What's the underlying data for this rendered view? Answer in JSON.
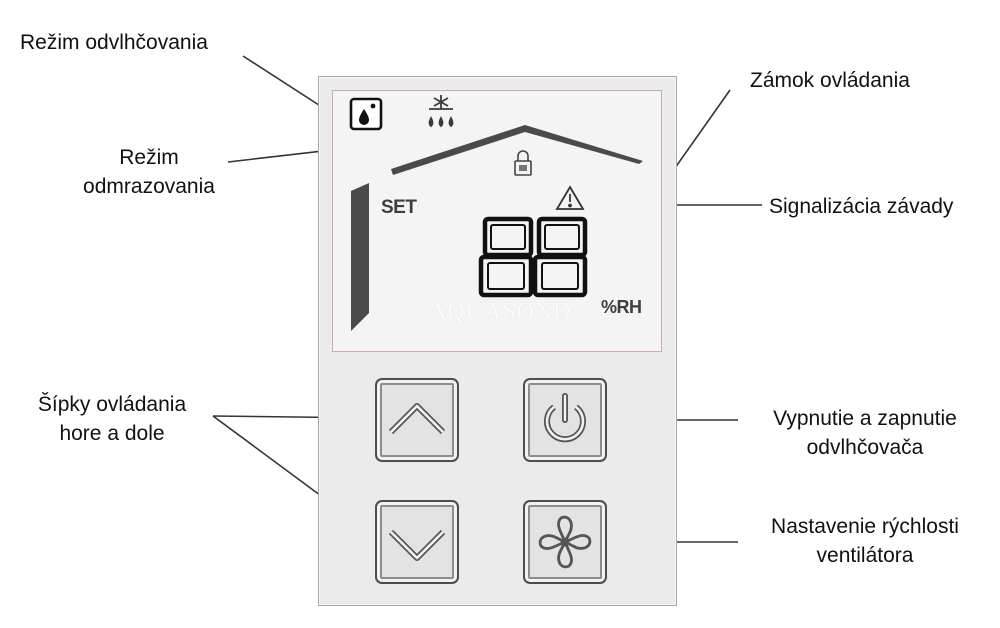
{
  "callouts": {
    "dehumidify_mode": "Režim odvlhčovania",
    "defrost_mode_line1": "Režim",
    "defrost_mode_line2": "odmrazovania",
    "control_lock": "Zámok ovládania",
    "fault_signal": "Signalizácia závady",
    "arrows_line1": "Šípky ovládania",
    "arrows_line2": "hore a dole",
    "power_line1": "Vypnutie a zapnutie",
    "power_line2": "odvlhčovača",
    "fan_line1": "Nastavenie rýchlosti",
    "fan_line2": "ventilátora"
  },
  "display": {
    "set_label": "SET",
    "digits": "88",
    "unit": "%RH",
    "watermark": "AQUASOND"
  },
  "icons": {
    "dehumidify": "water-drop-icon",
    "defrost": "snowflake-drops-icon",
    "lock": "lock-icon",
    "fault": "warning-triangle-icon",
    "up": "chevron-up-icon",
    "down": "chevron-down-icon",
    "power": "power-icon",
    "fan": "fan-icon"
  },
  "colors": {
    "panel": "#ebebeb",
    "screen": "#f4f4f4",
    "screen_border": "#cfa8a8",
    "lcd_dark": "#444444",
    "key_border": "#4d4d4d"
  }
}
